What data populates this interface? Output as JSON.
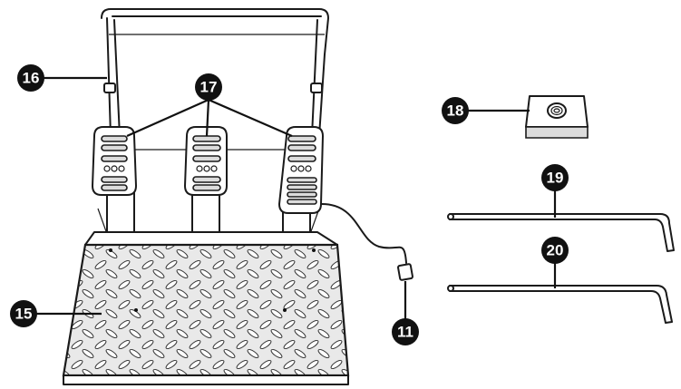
{
  "callouts": {
    "c15": {
      "number": "15",
      "part": "pedal-base-plate"
    },
    "c16": {
      "number": "16",
      "part": "frame"
    },
    "c17": {
      "number": "17",
      "part": "pedals"
    },
    "c18": {
      "number": "18",
      "part": "nut"
    },
    "c19": {
      "number": "19",
      "part": "hex-key-long"
    },
    "c20": {
      "number": "20",
      "part": "hex-key-short"
    },
    "c11": {
      "number": "11",
      "part": "connector-cable"
    }
  }
}
